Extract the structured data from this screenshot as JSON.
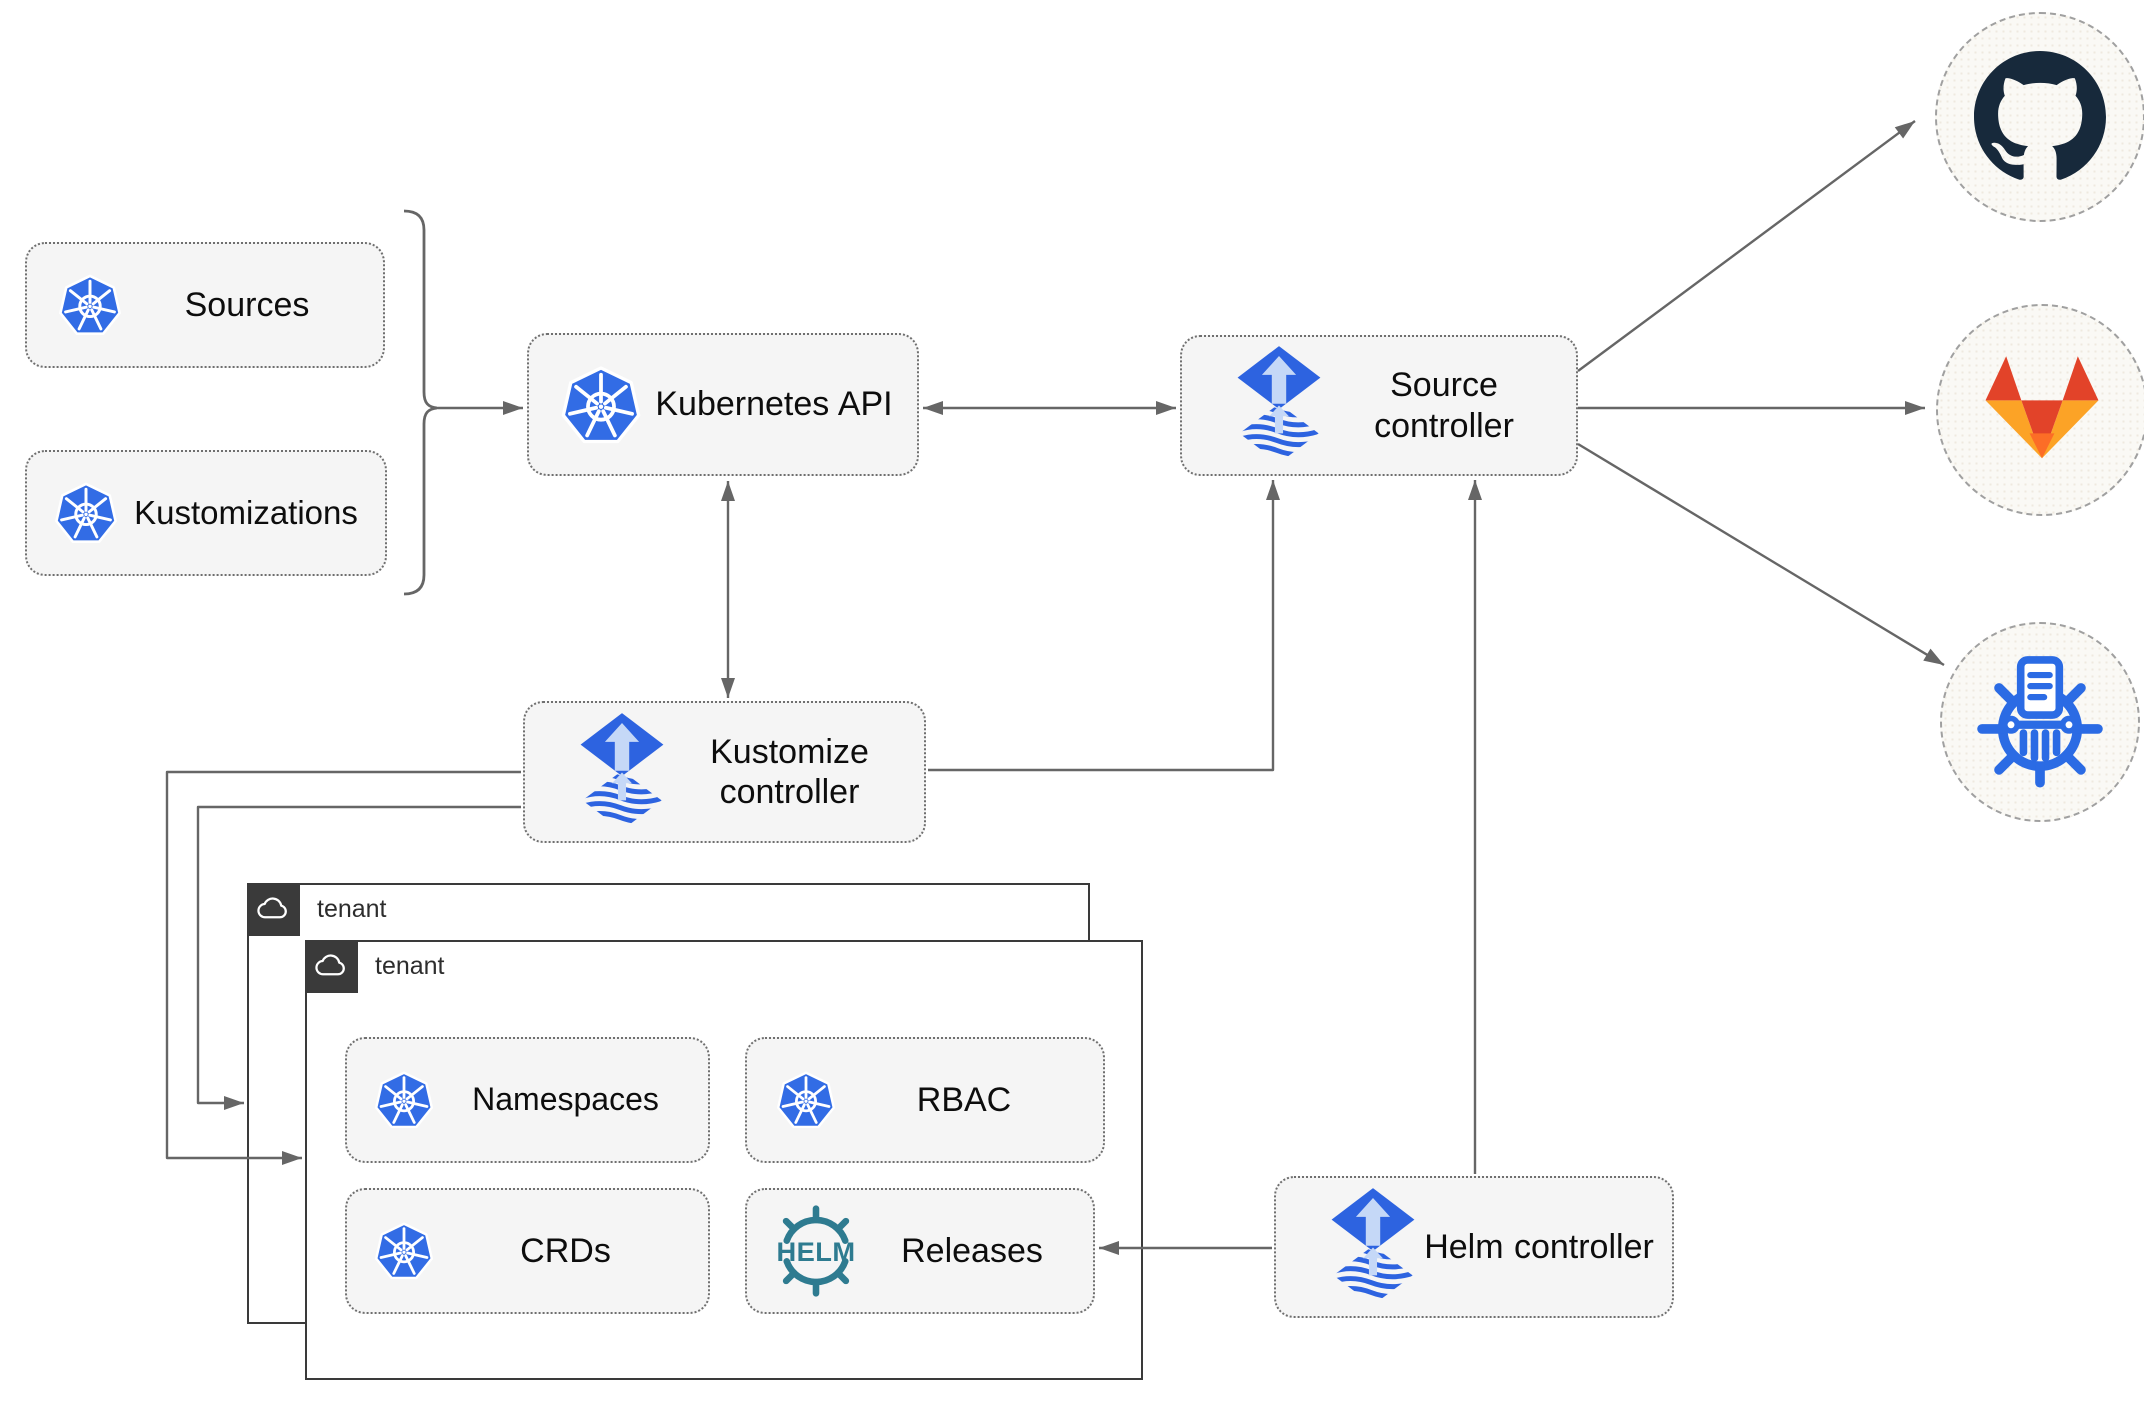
{
  "nodes": {
    "sources": "Sources",
    "kustomizations": "Kustomizations",
    "kubernetes_api": "Kubernetes API",
    "source_controller": "Source controller",
    "kustomize_controller": "Kustomize controller",
    "helm_controller": "Helm controller",
    "namespaces": "Namespaces",
    "rbac": "RBAC",
    "crds": "CRDs",
    "releases": "Releases"
  },
  "tenants": {
    "back_label": "tenant",
    "front_label": "tenant"
  },
  "logos": {
    "helm_text": "HELM"
  },
  "icons": [
    "kubernetes-icon",
    "flux-icon",
    "helm-icon",
    "cloud-icon",
    "github-icon",
    "gitlab-icon",
    "kustomize-icon"
  ],
  "colors": {
    "kubernetes_blue": "#326CE5",
    "flux_blue": "#2D63E0",
    "flux_arrow_light": "#C5D8F7",
    "helm_teal": "#2E7B90",
    "github_dark": "#17293B",
    "gitlab_red": "#E24329",
    "gitlab_orange": "#FC6D26",
    "gitlab_yellow": "#FCA326",
    "arrow_gray": "#666666",
    "node_fill": "#F5F5F5",
    "tenant_border": "#3A3A3A"
  }
}
